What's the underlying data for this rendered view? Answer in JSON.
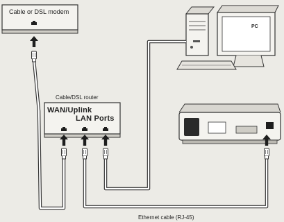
{
  "modem": {
    "label": "Cable or DSL modem"
  },
  "pc": {
    "label": "PC"
  },
  "router": {
    "caption": "Cable/DSL router",
    "wan_label": "WAN/Uplink",
    "lan_label": "LAN Ports"
  },
  "cable": {
    "caption": "Ethernet cable (RJ-45)"
  },
  "colors": {
    "line": "#333333",
    "cable_fill": "#ffffff",
    "background": "#ecebe6"
  }
}
